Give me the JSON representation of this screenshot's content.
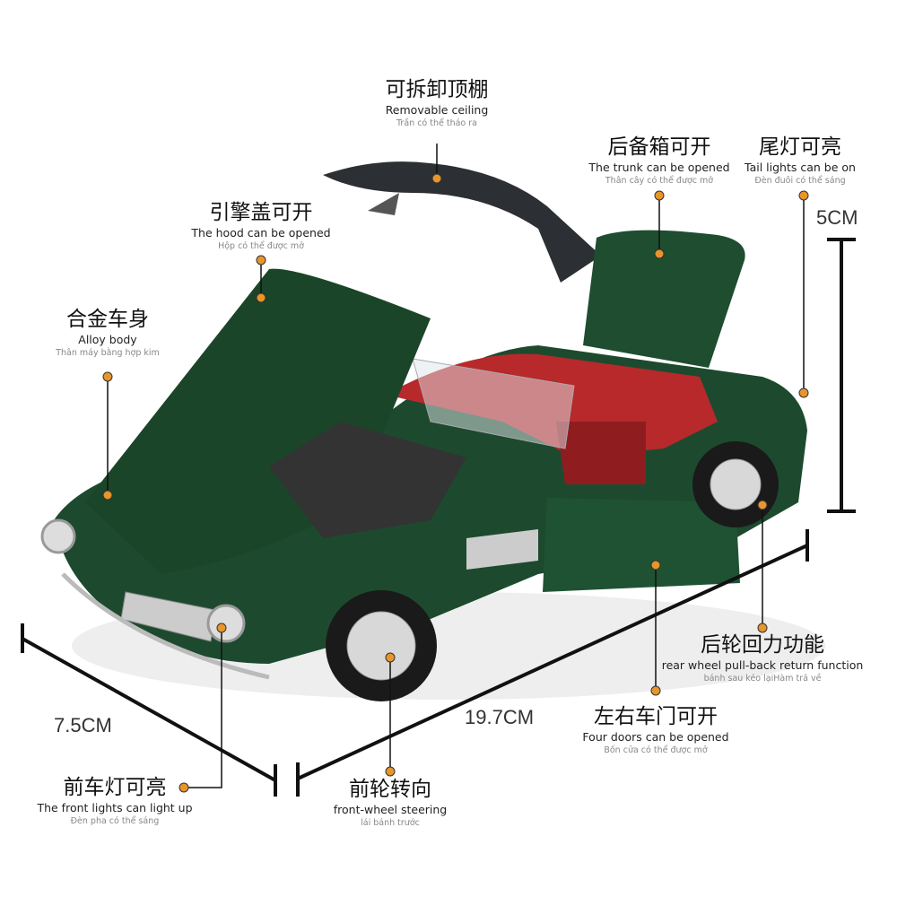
{
  "colors": {
    "accent": "#e8952a",
    "body": "#1d4a2e",
    "interior": "#b8292c",
    "line": "#111111"
  },
  "features": [
    {
      "id": "ceiling",
      "zh": "可拆卸顶棚",
      "en": "Removable ceiling",
      "vi": "Trần có thể tháo ra"
    },
    {
      "id": "trunk",
      "zh": "后备箱可开",
      "en": "The trunk can be opened",
      "vi": "Thân cây có thể được mở"
    },
    {
      "id": "tail",
      "zh": "尾灯可亮",
      "en": "Tail lights can be on",
      "vi": "Đèn đuôi có thể sáng"
    },
    {
      "id": "hood",
      "zh": "引擎盖可开",
      "en": "The hood can be opened",
      "vi": "Hộp có thể được mở"
    },
    {
      "id": "alloy",
      "zh": "合金车身",
      "en": "Alloy body",
      "vi": "Thân máy bằng hợp kim"
    },
    {
      "id": "rearwheel",
      "zh": "后轮回力功能",
      "en": "rear wheel pull-back return function",
      "vi": "bánh sau kéo lạiHàm trả về"
    },
    {
      "id": "doors",
      "zh": "左右车门可开",
      "en": "Four doors can be opened",
      "vi": "Bốn cửa có thể được mở"
    },
    {
      "id": "frontlights",
      "zh": "前车灯可亮",
      "en": "The front lights can light up",
      "vi": "Đèn pha có thể sáng"
    },
    {
      "id": "steering",
      "zh": "前轮转向",
      "en": "front-wheel steering",
      "vi": "lái bánh trước"
    }
  ],
  "dimensions": {
    "height": "5CM",
    "width": "7.5CM",
    "length": "19.7CM"
  }
}
